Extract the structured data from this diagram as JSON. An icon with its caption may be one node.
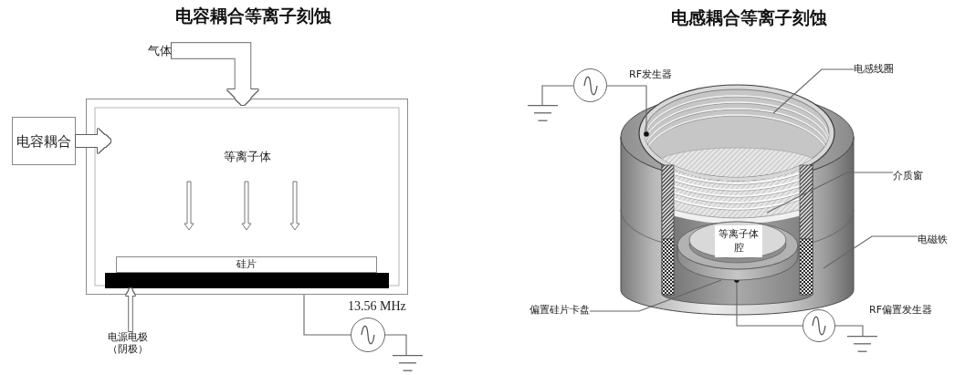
{
  "diagram": {
    "nodes": [
      {
        "text": [
          "气体"
        ]
      },
      {
        "text": [
          "电容耦合"
        ]
      },
      {
        "text": [
          "等离子体"
        ]
      },
      {
        "text": [
          "硅片"
        ],
        "in": 2
      },
      {
        "text": [],
        "shape": "bar",
        "in": 2
      },
      {
        "text": [
          "电源电极（阴极）"
        ]
      },
      {
        "text": [],
        "shape": "circle",
        "beside": [
          "13.56 MHz"
        ]
      },
      {
        "text": [],
        "shape": "ground"
      },
      {
        "text": [],
        "shape": "circle",
        "beside": [
          "RF发生器"
        ]
      },
      {
        "text": [],
        "shape": "ground"
      },
      {
        "text": [
          "电感线圈"
        ]
      },
      {
        "text": [],
        "shape": "picture"
      },
      {
        "text": [],
        "shape": "cylinder",
        "in": 11
      },
      {
        "text": [
          "等离子体腔"
        ],
        "in": 12
      },
      {
        "text": [
          "介质窗"
        ]
      },
      {
        "text": [
          "电磁铁"
        ]
      },
      {
        "text": [
          "偏置硅片卡盘"
        ]
      },
      {
        "text": [],
        "shape": "circle",
        "beside": [
          "RF偏置发生器"
        ]
      },
      {
        "text": [],
        "shape": "ground"
      }
    ],
    "edges": [
      {
        "from": 0,
        "to": 2,
        "arrow": "to",
        "style": "thick"
      },
      {
        "from": 1,
        "to": 2,
        "arrow": "to",
        "style": "thick"
      },
      {
        "from": 5,
        "to": 4,
        "arrow": "to",
        "style": "thick"
      },
      {
        "from": 2,
        "to": 6,
        "arrow": "none"
      },
      {
        "from": 6,
        "to": 7,
        "arrow": "none"
      },
      {
        "from": 8,
        "to": 11,
        "arrow": "other"
      },
      {
        "from": 8,
        "to": 9,
        "arrow": "none"
      },
      {
        "from": 10,
        "to": 11,
        "arrow": "none"
      },
      {
        "from": 14,
        "to": null,
        "arrow": "none"
      },
      {
        "from": 15,
        "to": null,
        "arrow": "none"
      },
      {
        "from": 16,
        "to": 12,
        "arrow": "none"
      },
      {
        "from": 17,
        "to": 12,
        "arrow": "other"
      },
      {
        "from": 17,
        "to": 18,
        "arrow": "none"
      }
    ],
    "labels": [
      "电容耦合等离子刻蚀",
      "电感耦合等离子刻蚀"
    ]
  }
}
